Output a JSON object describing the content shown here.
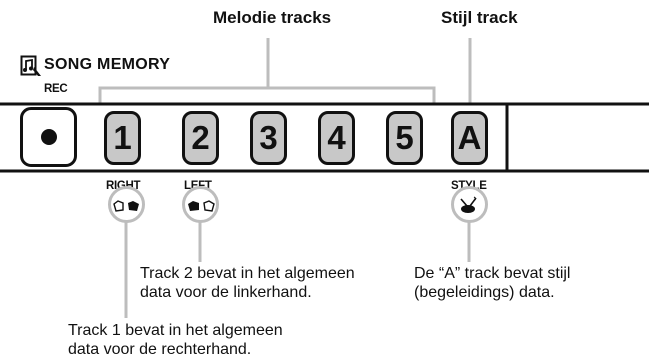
{
  "header": {
    "melody_title": "Melodie tracks",
    "style_title": "Stijl track",
    "song_memory": "SONG MEMORY",
    "rec": "REC"
  },
  "buttons": {
    "record_icon": "record-dot-icon",
    "tracks": [
      "1",
      "2",
      "3",
      "4",
      "5"
    ],
    "style": "A"
  },
  "labels": {
    "right": "RIGHT",
    "left": "LEFT",
    "style": "STYLE"
  },
  "notes": {
    "track2_line1": "Track 2 bevat in het algemeen",
    "track2_line2": "data voor de linkerhand.",
    "style_line1": "De “A” track bevat stijl",
    "style_line2": "(begeleidings) data.",
    "track1_line1": "Track 1 bevat in het algemeen",
    "track1_line2": "data voor de rechterhand."
  },
  "colors": {
    "button_fill": "#c8c8c8",
    "ring": "#bdbdbd",
    "ink": "#111111"
  }
}
